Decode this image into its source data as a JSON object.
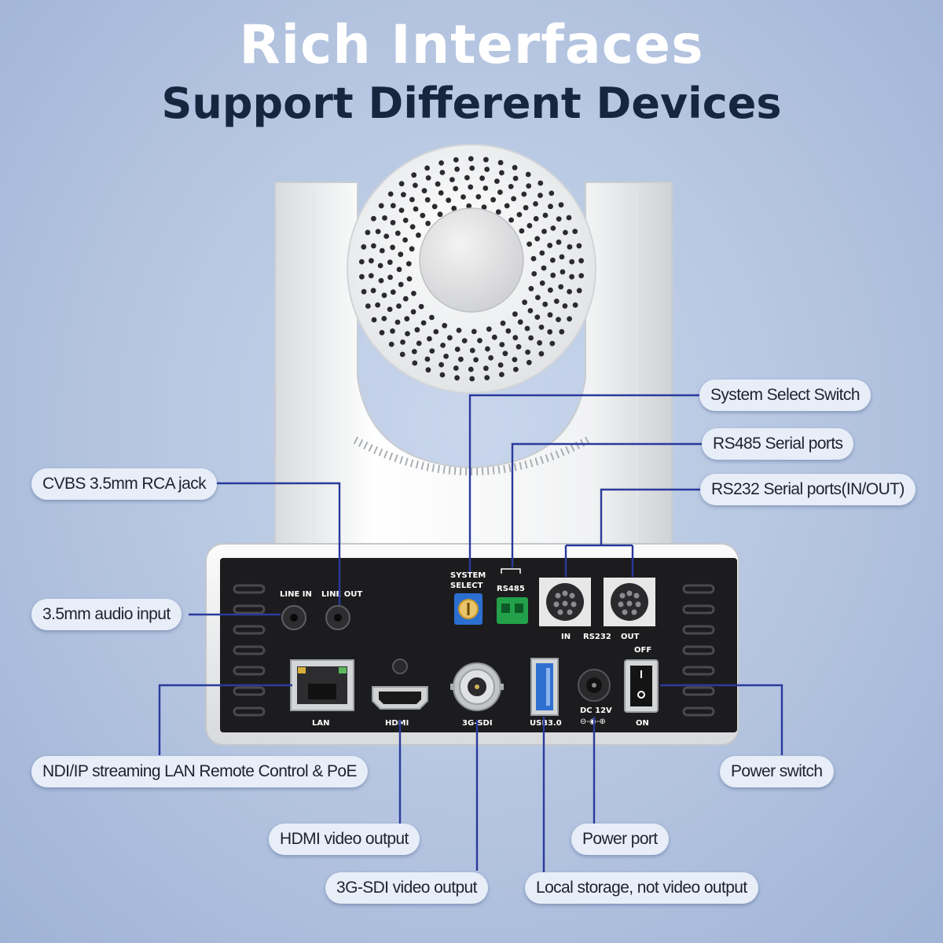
{
  "title": {
    "line1": "Rich Interfaces",
    "line2": "Support Different Devices"
  },
  "callouts": {
    "system_select": "System Select Switch",
    "rs485": "RS485 Serial ports",
    "rs232": "RS232 Serial ports(IN/OUT)",
    "cvbs": "CVBS 3.5mm RCA jack",
    "audio_input": "3.5mm audio input",
    "ndi": "NDI/IP streaming LAN Remote Control & PoE",
    "power_switch": "Power switch",
    "hdmi_out": "HDMI video output",
    "power_port": "Power port",
    "sdi_out": "3G-SDI video output",
    "usb_storage": "Local storage, not video output"
  },
  "panel_labels": {
    "line_in": "LINE IN",
    "line_out": "LINE OUT",
    "system": "SYSTEM",
    "select": "SELECT",
    "rs485": "RS485",
    "in": "IN",
    "rs232": "RS232",
    "out": "OUT",
    "off": "OFF",
    "on": "ON",
    "lan": "LAN",
    "hdmi": "HDMI",
    "sdi": "3G-SDI",
    "usb": "USB3.0",
    "dc": "DC 12V"
  },
  "colors": {
    "leader_line": "#2a3a9c",
    "panel": "#1c1c1e",
    "title_dark": "#16263f",
    "usb_blue": "#2f6fd0",
    "rs485_green": "#23a14a"
  }
}
